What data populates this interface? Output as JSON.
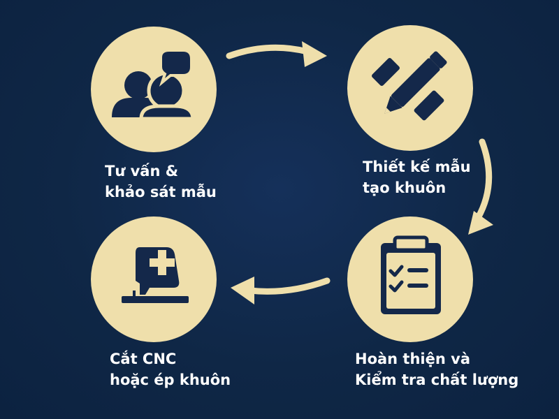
{
  "colors": {
    "background": "#0f2746",
    "circle_fill": "#efdfab",
    "icon_fill": "#14284a",
    "arrow": "#efdfab",
    "label_text": "#ffffff"
  },
  "steps": [
    {
      "icon": "consultation-people-icon",
      "line1": "Tư vấn &",
      "line2": "khảo sát mẫu"
    },
    {
      "icon": "pencil-ruler-design-icon",
      "line1": "Thiết kế mẫu",
      "line2": "tạo khuôn"
    },
    {
      "icon": "clipboard-checklist-icon",
      "line1": "Hoàn thiện và",
      "line2": "Kiểm tra chất lượng"
    },
    {
      "icon": "cnc-machine-plus-icon",
      "line1": "Cắt CNC",
      "line2": "hoặc ép khuôn"
    }
  ]
}
